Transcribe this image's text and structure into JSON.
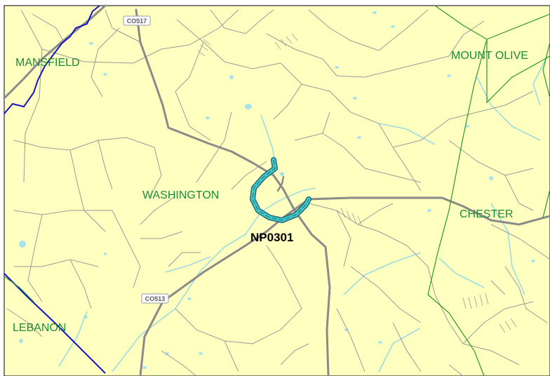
{
  "map": {
    "feature_label": "NP0301",
    "places": {
      "mansfield": "MANSFIELD",
      "mount_olive": "MOUNT OLIVE",
      "washington": "WASHINGTON",
      "chester": "CHESTER",
      "lebanon": "LEBANON"
    },
    "highway_shields": {
      "co517": "CO517",
      "co513": "CO513"
    },
    "colors": {
      "land": "#ffffc0",
      "local_road": "#9a9a9a",
      "major_road": "#8a8a8a",
      "stream": "#8fd8e8",
      "pond": "#a8e4f0",
      "township_boundary": "#2a9a2a",
      "county_boundary": "#1414c8",
      "place_label": "#1d8a3a",
      "feature_fill": "#40c8c8",
      "feature_outline": "#1a5a6a"
    }
  }
}
